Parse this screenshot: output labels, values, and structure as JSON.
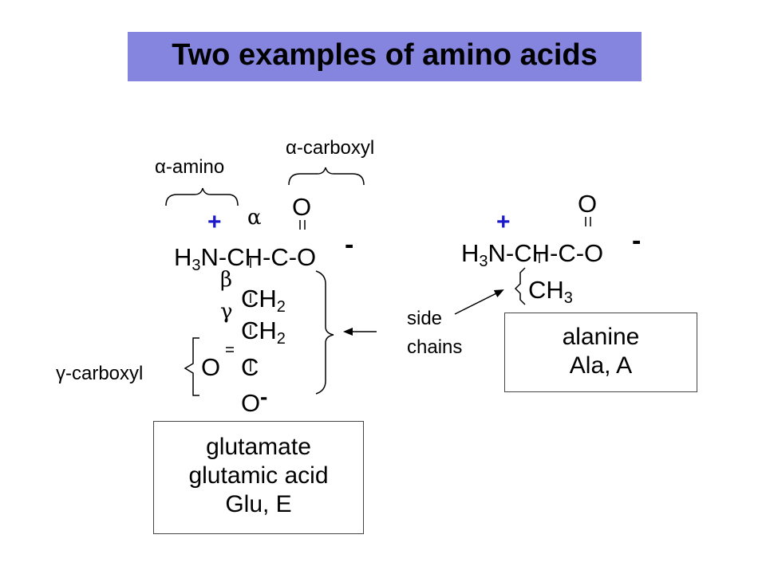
{
  "title": "Two examples of amino acids",
  "glutamate": {
    "alpha_amino_label": "α-amino",
    "alpha_carboxyl_label": "α-carboxyl",
    "gamma_carboxyl_label": "γ-carboxyl",
    "alpha": "α",
    "beta": "β",
    "gamma": "γ",
    "plus": "+",
    "carbonyl_O": "O",
    "backbone_prefix": "H",
    "backbone_sub3": "3",
    "backbone_rest": "N-CH-C-O",
    "minus": "-",
    "ch_main": "CH",
    "ch_sub": "2",
    "side_O": "O",
    "side_C": "C",
    "side_Ominus": "O",
    "box_lines": [
      "glutamate",
      "glutamic acid",
      "Glu, E"
    ]
  },
  "alanine": {
    "plus": "+",
    "carbonyl_O": "O",
    "backbone_prefix": "H",
    "backbone_sub3": "3",
    "backbone_rest": "N-CH-C-O",
    "minus": "-",
    "ch_main": "CH",
    "ch_sub": "3",
    "box_lines": [
      "alanine",
      "Ala, A"
    ]
  },
  "side_chains_label": [
    "side",
    "chains"
  ]
}
